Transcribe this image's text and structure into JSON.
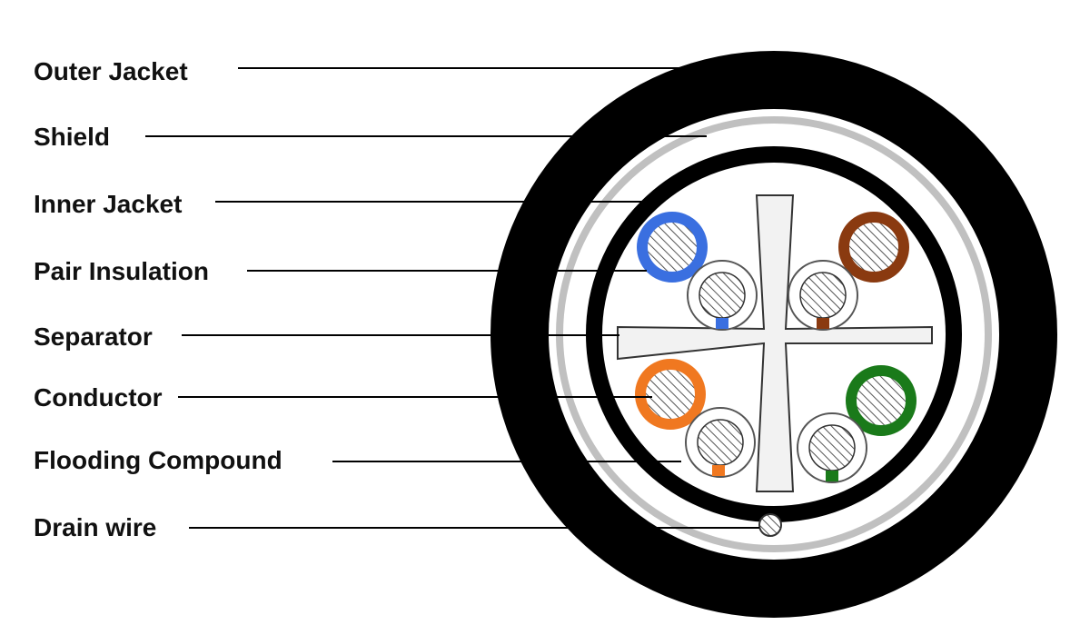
{
  "labels": {
    "outer_jacket": "Outer Jacket",
    "shield": "Shield",
    "inner_jacket": "Inner Jacket",
    "pair_insulation": "Pair Insulation",
    "separator": "Separator",
    "conductor": "Conductor",
    "flooding_compound": "Flooding Compound",
    "drain_wire": "Drain wire"
  },
  "colors": {
    "jacket": "#000000",
    "shield": "#c0c0c0",
    "separator_fill": "#f2f2f2",
    "hatch": "#555555",
    "blue": "#3a6fe0",
    "brown": "#8a3a10",
    "orange": "#f07820",
    "green": "#1a7a1a"
  }
}
